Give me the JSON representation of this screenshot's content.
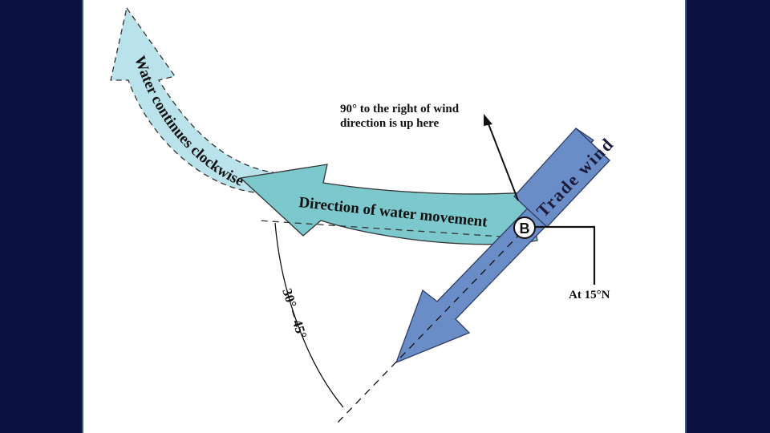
{
  "labels": {
    "note_line1": "90° to the right of wind",
    "note_line2": "direction is up here",
    "trade_wind": "Trade wind",
    "water_movement": "Direction of water movement",
    "water_continues": "Water continues clockwise!",
    "point_b": "B",
    "latitude": "At 15°N",
    "angle": "30° – 45°"
  },
  "colors": {
    "background": "#0b1240",
    "slide": "#ffffff",
    "trade_wind_arrow": "#6a8cc7",
    "water_arrow": "#7cc8cc",
    "continue_arrow": "#b9e2ea"
  }
}
